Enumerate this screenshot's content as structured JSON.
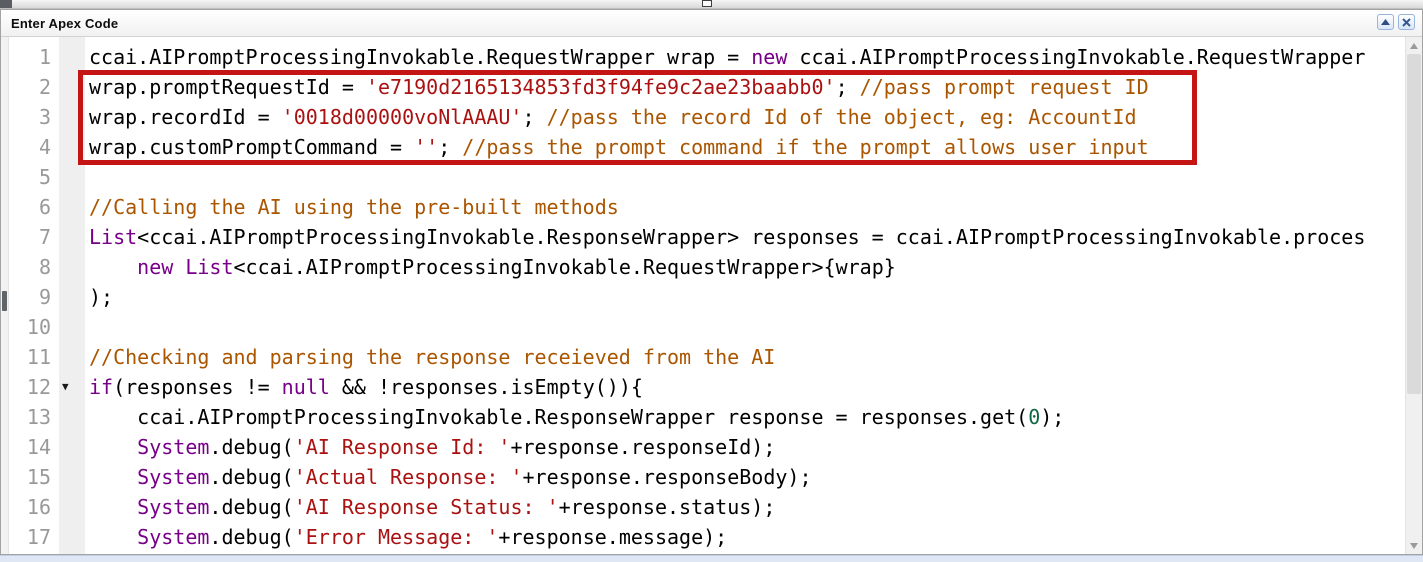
{
  "panel": {
    "title": "Enter Apex Code"
  },
  "icons": {
    "collapse_tool": "chevron-up",
    "close_tool": "x",
    "scroll_up": "arrow-up",
    "scroll_down": "arrow-down",
    "fold_marker": "triangle-down"
  },
  "colors": {
    "keyword": "#770088",
    "string": "#aa1111",
    "comment": "#aa5500",
    "number": "#116644",
    "line_number": "#999999",
    "highlight_border": "#c41414"
  },
  "annotation": {
    "highlighted_lines": [
      2,
      3,
      4
    ]
  },
  "editor": {
    "lines": [
      {
        "n": 1,
        "tokens": [
          {
            "t": "ccai.AIPromptProcessingInvokable.RequestWrapper wrap = ",
            "c": "p"
          },
          {
            "t": "new",
            "c": "k"
          },
          {
            "t": " ccai.AIPromptProcessingInvokable.RequestWrapper",
            "c": "p"
          }
        ]
      },
      {
        "n": 2,
        "tokens": [
          {
            "t": "wrap.promptRequestId = ",
            "c": "p"
          },
          {
            "t": "'e7190d2165134853fd3f94fe9c2ae23baabb0'",
            "c": "s"
          },
          {
            "t": "; ",
            "c": "p"
          },
          {
            "t": "//pass prompt request ID",
            "c": "c"
          }
        ]
      },
      {
        "n": 3,
        "tokens": [
          {
            "t": "wrap.recordId = ",
            "c": "p"
          },
          {
            "t": "'0018d00000voNlAAAU'",
            "c": "s"
          },
          {
            "t": "; ",
            "c": "p"
          },
          {
            "t": "//pass the record Id of the object, eg: AccountId",
            "c": "c"
          }
        ]
      },
      {
        "n": 4,
        "tokens": [
          {
            "t": "wrap.customPromptCommand = ",
            "c": "p"
          },
          {
            "t": "''",
            "c": "s"
          },
          {
            "t": "; ",
            "c": "p"
          },
          {
            "t": "//pass the prompt command if the prompt allows user input",
            "c": "c"
          }
        ]
      },
      {
        "n": 5,
        "tokens": []
      },
      {
        "n": 6,
        "tokens": [
          {
            "t": "//Calling the AI using the pre-built methods",
            "c": "c"
          }
        ]
      },
      {
        "n": 7,
        "tokens": [
          {
            "t": "List",
            "c": "k"
          },
          {
            "t": "<ccai.AIPromptProcessingInvokable.ResponseWrapper> responses = ccai.AIPromptProcessingInvokable.proces",
            "c": "p"
          }
        ]
      },
      {
        "n": 8,
        "tokens": [
          {
            "t": "    ",
            "c": "p"
          },
          {
            "t": "new",
            "c": "k"
          },
          {
            "t": " ",
            "c": "p"
          },
          {
            "t": "List",
            "c": "k"
          },
          {
            "t": "<ccai.AIPromptProcessingInvokable.RequestWrapper>{wrap}",
            "c": "p"
          }
        ]
      },
      {
        "n": 9,
        "tokens": [
          {
            "t": ");",
            "c": "p"
          }
        ]
      },
      {
        "n": 10,
        "tokens": []
      },
      {
        "n": 11,
        "tokens": [
          {
            "t": "//Checking and parsing the response receieved from the AI",
            "c": "c"
          }
        ]
      },
      {
        "n": 12,
        "fold": true,
        "tokens": [
          {
            "t": "if",
            "c": "k"
          },
          {
            "t": "(responses != ",
            "c": "p"
          },
          {
            "t": "null",
            "c": "k"
          },
          {
            "t": " && !responses.isEmpty()){",
            "c": "p"
          }
        ]
      },
      {
        "n": 13,
        "tokens": [
          {
            "t": "    ccai.AIPromptProcessingInvokable.ResponseWrapper response = responses.get(",
            "c": "p"
          },
          {
            "t": "0",
            "c": "n"
          },
          {
            "t": ");",
            "c": "p"
          }
        ]
      },
      {
        "n": 14,
        "tokens": [
          {
            "t": "    ",
            "c": "p"
          },
          {
            "t": "System",
            "c": "k"
          },
          {
            "t": ".debug(",
            "c": "p"
          },
          {
            "t": "'AI Response Id: '",
            "c": "s"
          },
          {
            "t": "+response.responseId);",
            "c": "p"
          }
        ]
      },
      {
        "n": 15,
        "tokens": [
          {
            "t": "    ",
            "c": "p"
          },
          {
            "t": "System",
            "c": "k"
          },
          {
            "t": ".debug(",
            "c": "p"
          },
          {
            "t": "'Actual Response: '",
            "c": "s"
          },
          {
            "t": "+response.responseBody);",
            "c": "p"
          }
        ]
      },
      {
        "n": 16,
        "tokens": [
          {
            "t": "    ",
            "c": "p"
          },
          {
            "t": "System",
            "c": "k"
          },
          {
            "t": ".debug(",
            "c": "p"
          },
          {
            "t": "'AI Response Status: '",
            "c": "s"
          },
          {
            "t": "+response.status);",
            "c": "p"
          }
        ]
      },
      {
        "n": 17,
        "tokens": [
          {
            "t": "    ",
            "c": "p"
          },
          {
            "t": "System",
            "c": "k"
          },
          {
            "t": ".debug(",
            "c": "p"
          },
          {
            "t": "'Error Message: '",
            "c": "s"
          },
          {
            "t": "+response.message);",
            "c": "p"
          }
        ]
      }
    ]
  }
}
